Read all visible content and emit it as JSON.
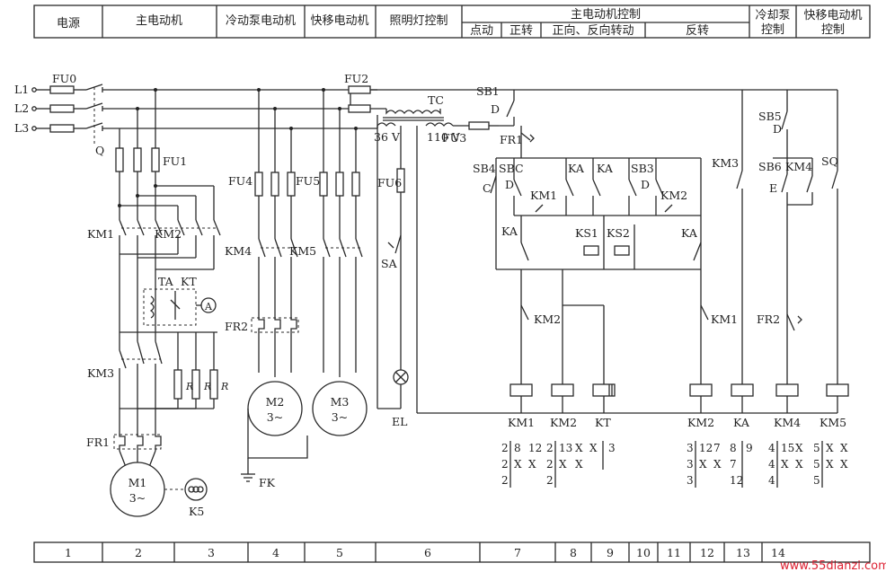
{
  "header": {
    "sections": [
      "电源",
      "主电动机",
      "冷动泵电动机",
      "快移电动机",
      "照明灯控制"
    ],
    "main_control_title": "主电动机控制",
    "main_control_sub": [
      "点动",
      "正转",
      "正向、反向转动",
      "反转"
    ],
    "coolant_control": [
      "冷却泵",
      "控制"
    ],
    "rapid_control": [
      "快移电动机",
      "控制"
    ]
  },
  "footer": {
    "columns": [
      "1",
      "2",
      "3",
      "4",
      "5",
      "6",
      "7",
      "8",
      "9",
      "10",
      "11",
      "12",
      "13",
      "14"
    ]
  },
  "labels": {
    "lines": [
      "L1",
      "L2",
      "L3"
    ],
    "switch": "Q",
    "fuses": [
      "FU0",
      "FU1",
      "FU2",
      "FU3",
      "FU4",
      "FU5",
      "FU6"
    ],
    "transformer": "TC",
    "voltages": [
      "36 V",
      "110 V"
    ],
    "km1": "KM1",
    "km2": "KM2",
    "km3": "KM3",
    "km4": "KM4",
    "km5": "KM5",
    "ka": "KA",
    "kt": "KT",
    "ta": "TA",
    "ks1": "KS1",
    "ks2": "KS2",
    "ks5": "K5",
    "fr1": "FR1",
    "fr2": "FR2",
    "sa": "SA",
    "el": "EL",
    "fk": "FK",
    "ammeter": "A",
    "resistor": "R",
    "sb1": "SB1",
    "sb3": "SB3",
    "sb4": "SB4",
    "sb5": "SB5",
    "sb6": "SB6",
    "sbc": "SBC",
    "sq": "SQ",
    "d": "D",
    "c": "C",
    "e": "E",
    "motors": [
      {
        "name": "M1",
        "sub": "3~"
      },
      {
        "name": "M2",
        "sub": "3~"
      },
      {
        "name": "M3",
        "sub": "3~"
      }
    ],
    "coils": [
      "KM1",
      "KM2",
      "KT",
      "KM2",
      "KA",
      "KM4",
      "KM5"
    ]
  },
  "contact_tables": [
    {
      "rows": [
        [
          "2",
          "8",
          "12"
        ],
        [
          "2",
          "X",
          "X"
        ],
        [
          "2",
          "",
          ""
        ]
      ]
    },
    {
      "rows": [
        [
          "2",
          "13",
          "X",
          "X"
        ],
        [
          "2",
          "X",
          "X",
          ""
        ],
        [
          "2",
          "",
          "",
          ""
        ]
      ]
    },
    {
      "rows": [
        [
          "3"
        ],
        [
          ""
        ],
        [
          ""
        ]
      ]
    },
    {
      "rows": [
        [
          "3",
          "12",
          "7"
        ],
        [
          "3",
          "X",
          "X"
        ],
        [
          "3",
          "",
          ""
        ]
      ]
    },
    {
      "rows": [
        [
          "8",
          "9"
        ],
        [
          "7",
          ""
        ],
        [
          "12",
          ""
        ]
      ]
    },
    {
      "rows": [
        [
          "4",
          "15",
          "X"
        ],
        [
          "4",
          "X",
          "X"
        ],
        [
          "4",
          "",
          ""
        ]
      ]
    },
    {
      "rows": [
        [
          "5",
          "X",
          "X"
        ],
        [
          "5",
          "X",
          "X"
        ],
        [
          "5",
          "",
          ""
        ]
      ]
    }
  ],
  "watermark": "www.55dianzi.com"
}
